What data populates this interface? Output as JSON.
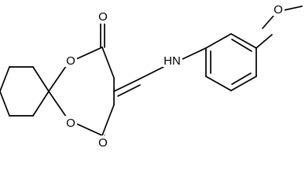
{
  "structure": {
    "atom_labels": {
      "ring_oxygen_top": "O",
      "ring_oxygen_bottom": "O",
      "carbonyl_oxygen_top": "O",
      "carbonyl_oxygen_bottom": "O",
      "amine": "HN",
      "methoxy_oxygen": "O"
    },
    "colors": {
      "bond": "#000000",
      "label": "#000000",
      "background": "#ffffff"
    }
  }
}
